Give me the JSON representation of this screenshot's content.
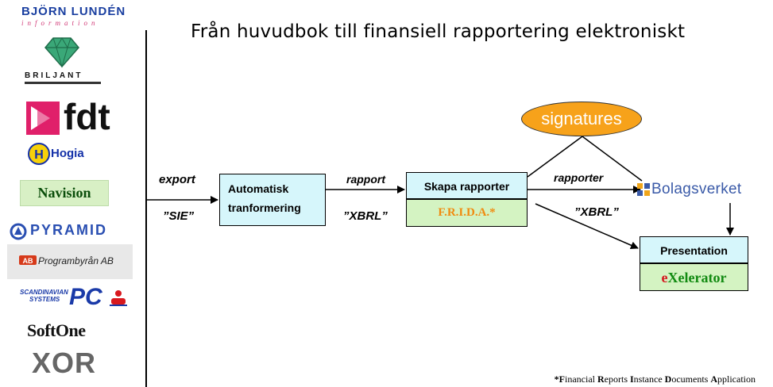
{
  "title": "Från huvudbok till finansiell rapportering elektroniskt",
  "logos": {
    "bjorn_line1": "BJÖRN LUNDÉN",
    "bjorn_line2": "information",
    "briljant": "BRILJANT",
    "fdt": "fdt",
    "hogia": "Hogia",
    "navision": "Navision",
    "pyramid": "PYRAMID",
    "programbyran": "Programbyrån AB",
    "scandinavian_line1": "SCANDINAVIAN",
    "scandinavian_line2": "SYSTEMS",
    "scandinavian_pc": "PC",
    "softone": "SoftOne",
    "xor": "XOR"
  },
  "diagram": {
    "export_label": "export",
    "sie_label": "”SIE”",
    "auto_line1": "Automatisk",
    "auto_line2": "tranformering",
    "rapport_label": "rapport",
    "xbrl_label_1": "”XBRL”",
    "skapa_label": "Skapa rapporter",
    "frida_label": "F.R.I.D.A.*",
    "signatures_label": "signatures",
    "rapporter_label": "rapporter",
    "xbrl_label_2": "”XBRL”",
    "bolagsverket_label": "Bolagsverket",
    "presentation_label": "Presentation",
    "exelerator_e": "e",
    "exelerator_rest": "Xelerator"
  },
  "colors": {
    "box_blue": "#d6f6fb",
    "box_green": "#d4f3c2",
    "signatures_orange": "#f7a21a",
    "frida_text": "#f08b10",
    "exelerator_text": "#118a11"
  },
  "footnote": {
    "F": "F",
    "inancial": "inancial ",
    "R": "R",
    "eports": "eports ",
    "I": "I",
    "nstance": "nstance ",
    "D": "D",
    "ocuments": "ocuments ",
    "A": "A",
    "pplication": "pplication"
  }
}
